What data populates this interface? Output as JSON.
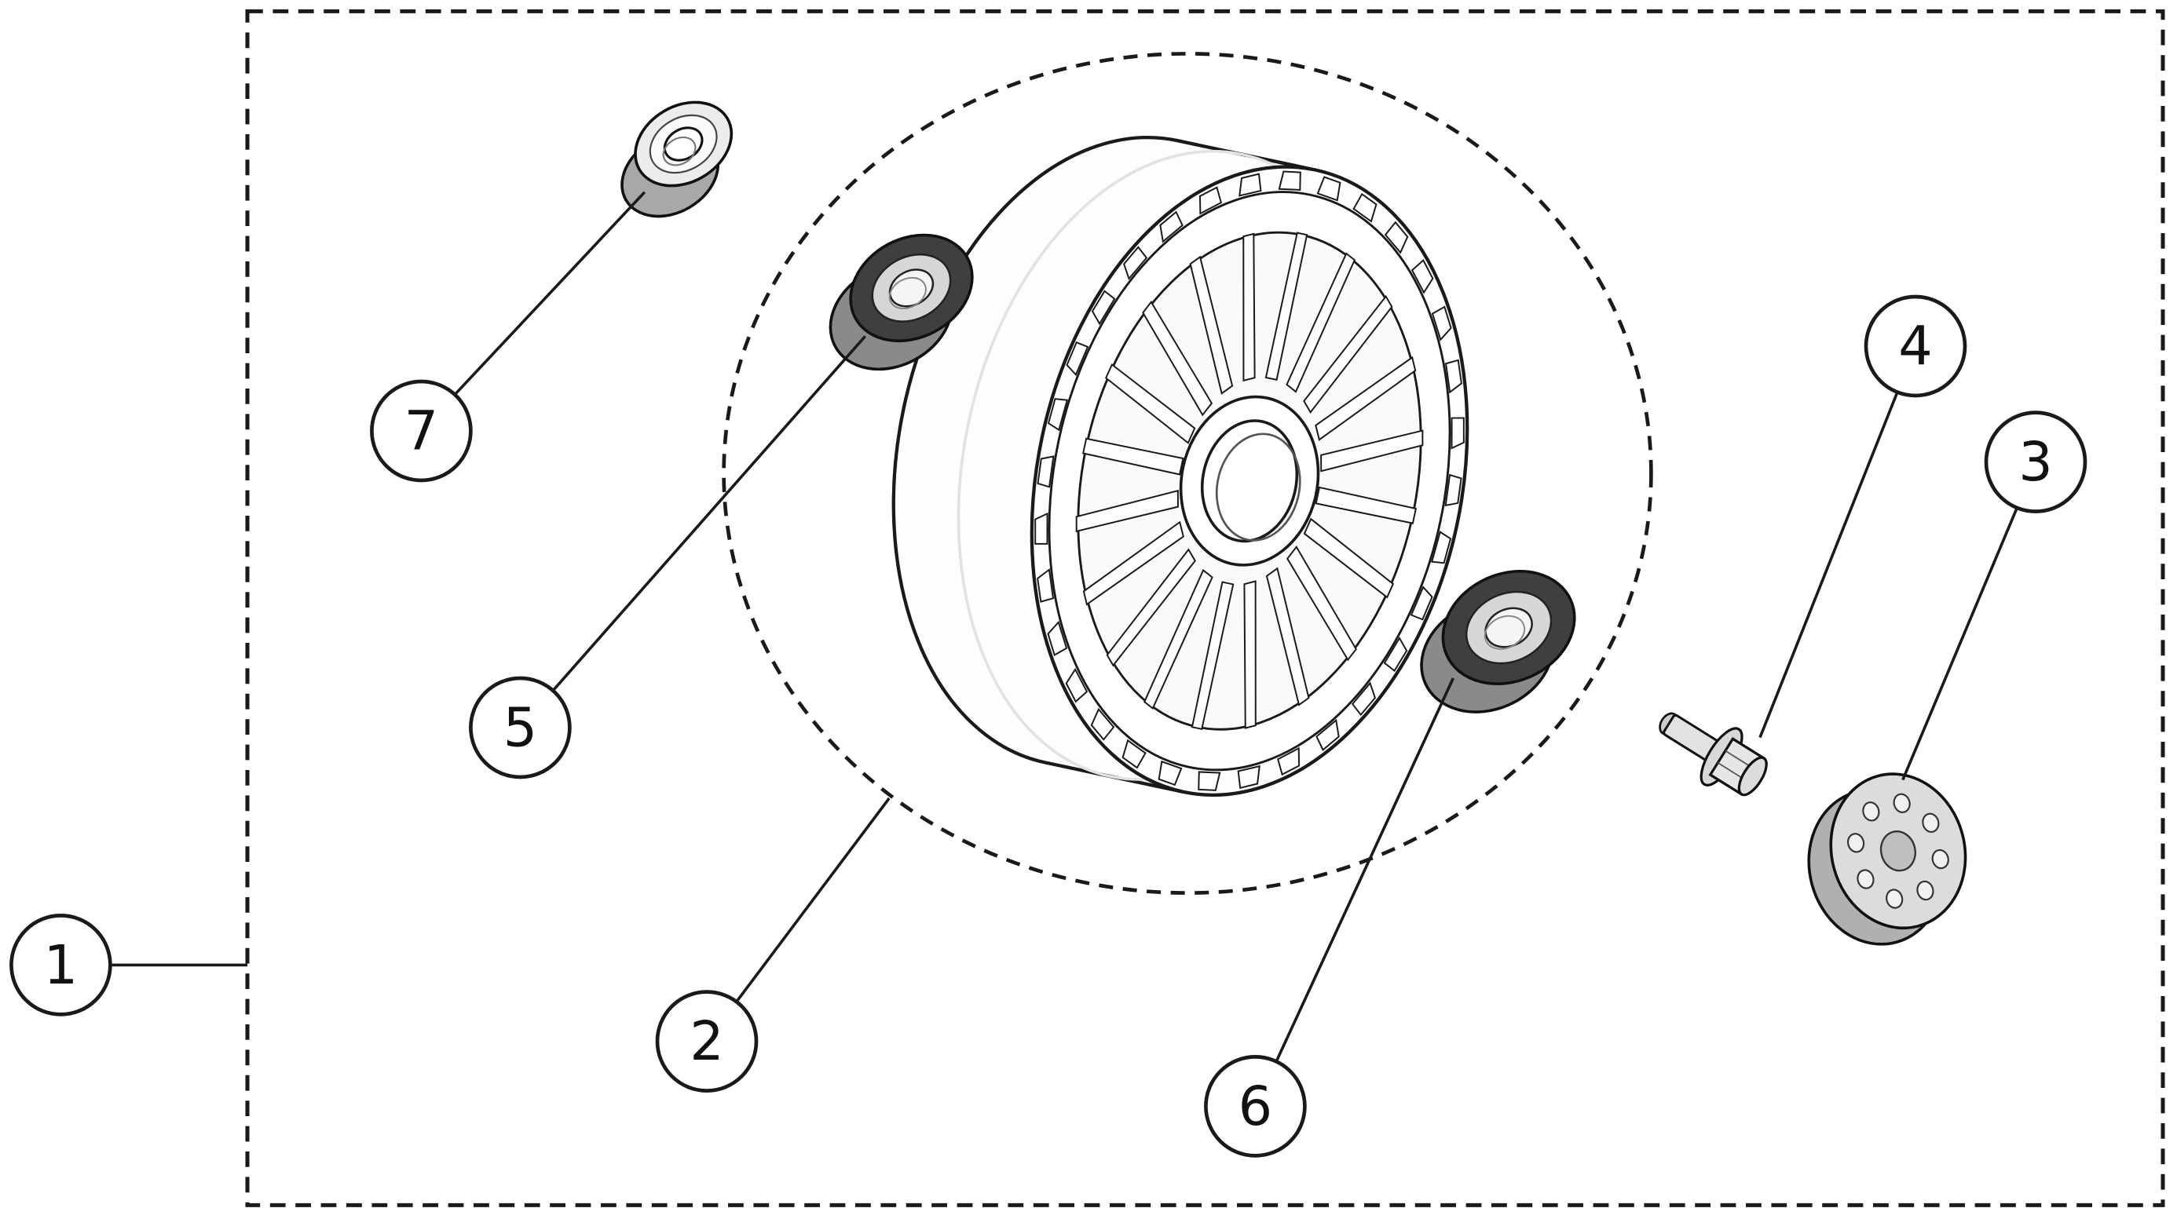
{
  "diagram": {
    "type": "exploded-parts-diagram",
    "background": "#ffffff",
    "line_color": "#1a1a1a",
    "callouts": [
      {
        "label": "1"
      },
      {
        "label": "2"
      },
      {
        "label": "3"
      },
      {
        "label": "4"
      },
      {
        "label": "5"
      },
      {
        "label": "6"
      },
      {
        "label": "7"
      }
    ]
  }
}
